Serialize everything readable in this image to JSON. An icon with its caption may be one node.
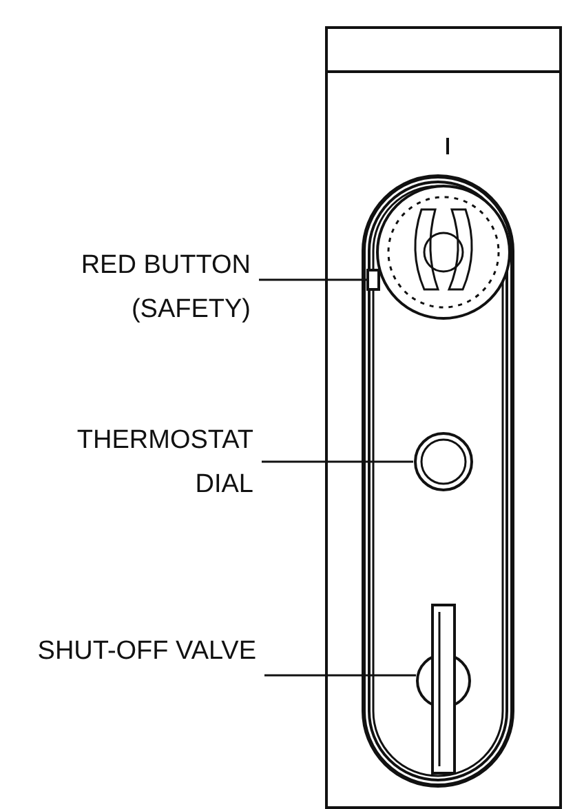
{
  "diagram": {
    "nodes": [
      {
        "text": [
          "RED BUTTON (SAFETY)"
        ]
      },
      {
        "text": [],
        "shape": "box"
      },
      {
        "text": [
          "THERMOSTAT DIAL"
        ]
      },
      {
        "text": [],
        "shape": "circle"
      },
      {
        "text": [
          "SHUT-OFF VALVE"
        ]
      },
      {
        "text": [],
        "shape": "bar"
      }
    ],
    "edges": [
      {
        "from": 0,
        "to": 1,
        "arrow": "none"
      },
      {
        "from": 2,
        "to": 3,
        "arrow": "none"
      },
      {
        "from": 4,
        "to": 5,
        "arrow": "none"
      }
    ]
  }
}
